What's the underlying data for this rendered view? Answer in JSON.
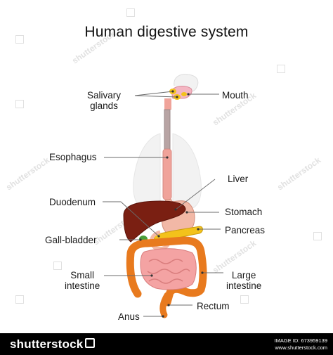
{
  "title": "Human digestive system",
  "labels": {
    "salivary_glands": "Salivary\nglands",
    "mouth": "Mouth",
    "esophagus": "Esophagus",
    "liver": "Liver",
    "duodenum": "Duodenum",
    "stomach": "Stomach",
    "pancreas": "Pancreas",
    "gall_bladder": "Gall-bladder",
    "small_intestine": "Small\nintestine",
    "large_intestine": "Large\nintestine",
    "rectum": "Rectum",
    "anus": "Anus"
  },
  "watermark": "shutterstock",
  "footer": {
    "brand": "shutterstock",
    "image_id": "IMAGE ID: 673959139",
    "site": "www.shutterstock.com"
  },
  "colors": {
    "liver": "#7a1f12",
    "stomach": "#f2b8a6",
    "pancreas": "#f3c21b",
    "large_intestine": "#e87a1e",
    "small_intestine": "#f4a3a3",
    "esophagus": "#f0a39a",
    "lungs": "#eeeeee",
    "footer": "#000000"
  }
}
